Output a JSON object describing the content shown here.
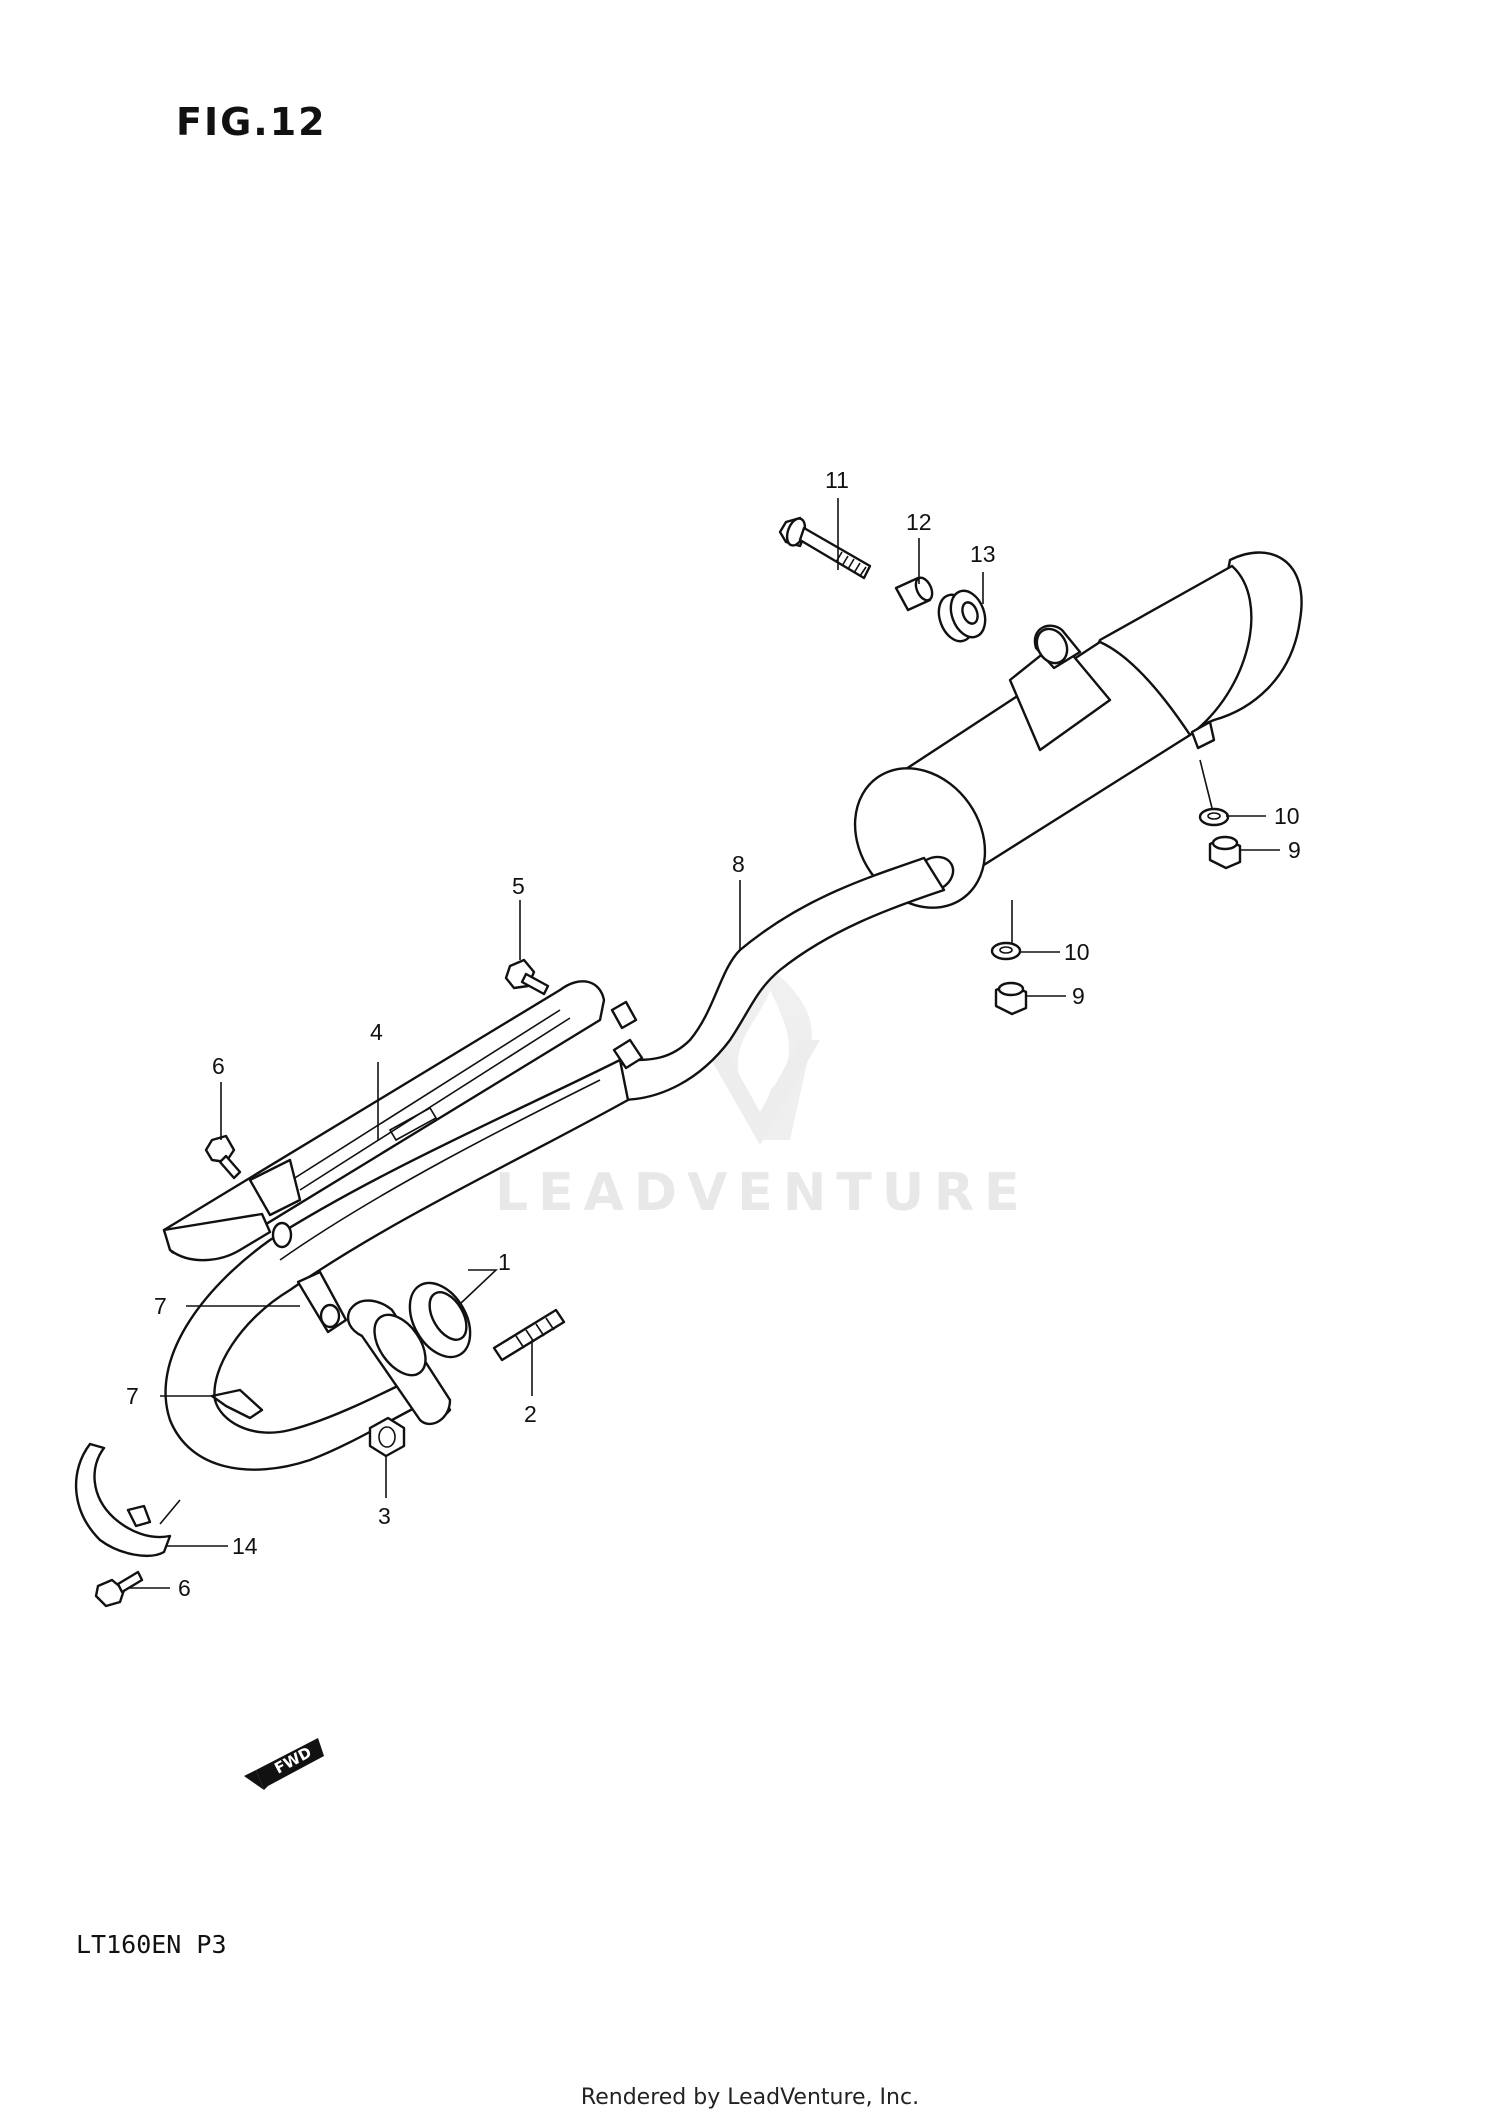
{
  "figure": {
    "title": "FIG.12",
    "model_code": "LT160EN P3",
    "footer": "Rendered by LeadVenture, Inc.",
    "watermark": "LEADVENTURE",
    "direction_tag": "FWD"
  },
  "callouts": {
    "c1": "1",
    "c2": "2",
    "c3": "3",
    "c4": "4",
    "c5": "5",
    "c6a": "6",
    "c6b": "6",
    "c7a": "7",
    "c7b": "7",
    "c8": "8",
    "c9a": "9",
    "c9b": "9",
    "c10a": "10",
    "c10b": "10",
    "c11": "11",
    "c12": "12",
    "c13": "13",
    "c14": "14"
  }
}
